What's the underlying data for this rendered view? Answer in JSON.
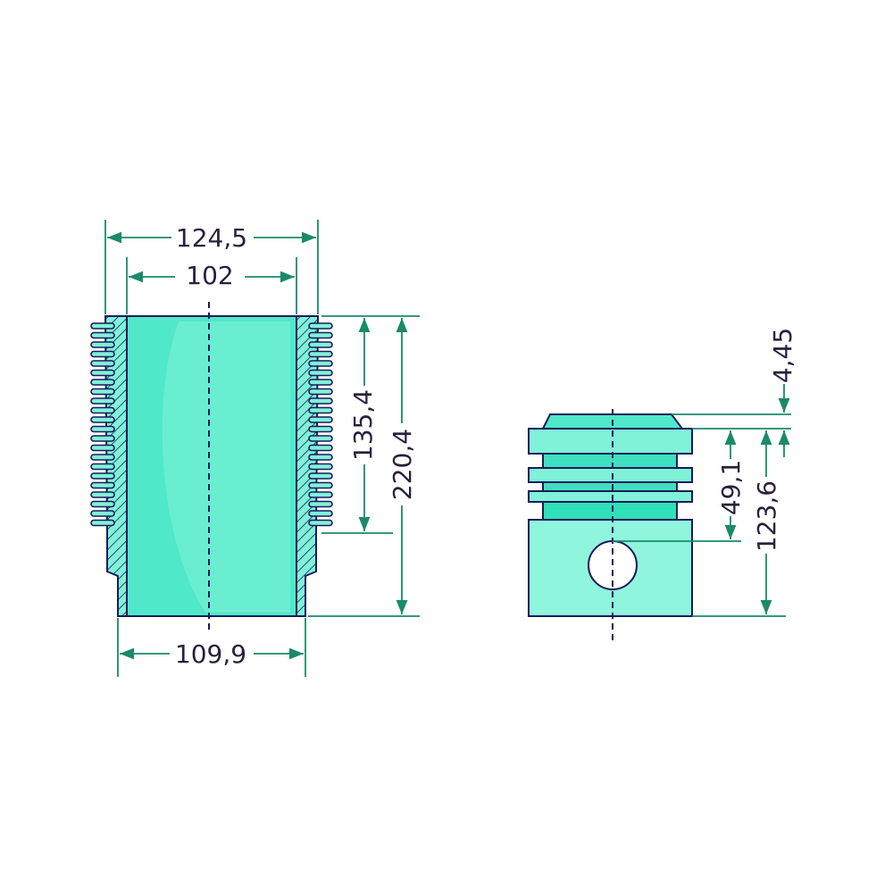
{
  "colors": {
    "fill": "#7ff2d8",
    "fill_dark": "#3fe0c0",
    "outline": "#1a1a5a",
    "dimension": "#1a8a6a",
    "text": "#2a1f3d"
  },
  "cylinder": {
    "dims": {
      "outer_diameter": "124,5",
      "bore_diameter": "102",
      "spigot_diameter": "109,9",
      "finned_height": "135,4",
      "total_height": "220,4"
    }
  },
  "piston": {
    "dims": {
      "crown_offset": "4,45",
      "pin_height": "49,1",
      "total_height": "123,6"
    }
  }
}
